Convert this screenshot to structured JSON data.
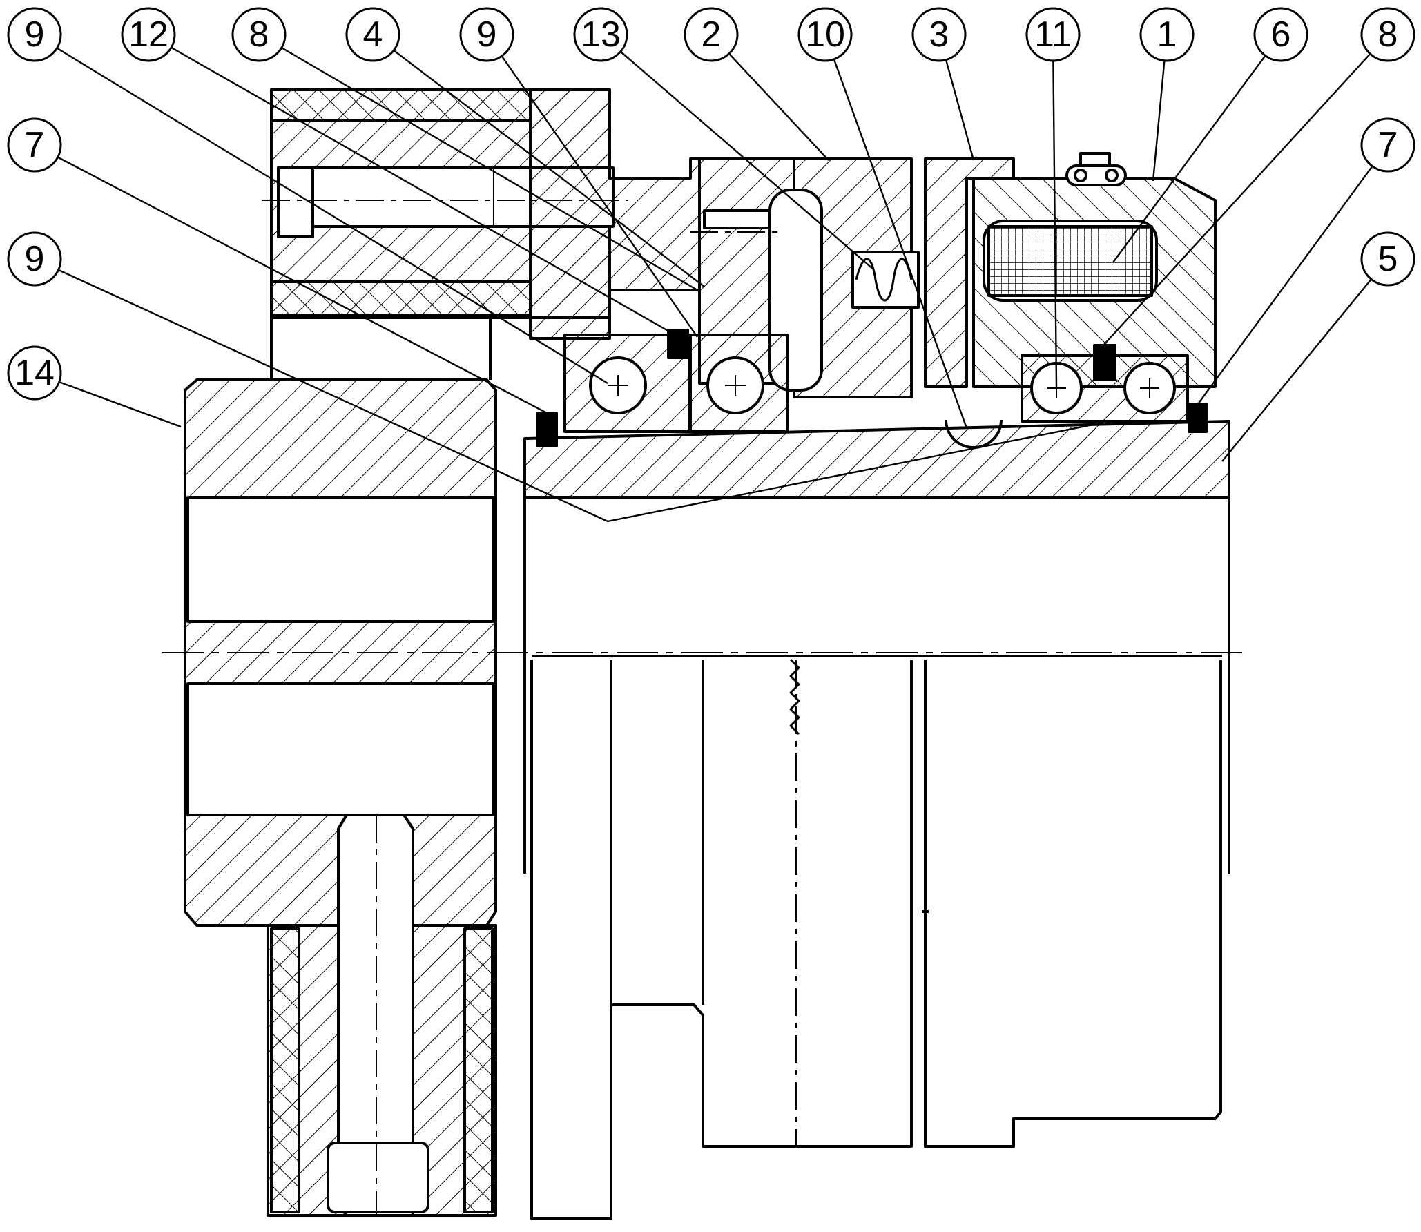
{
  "callouts": [
    {
      "label": "9"
    },
    {
      "label": "12"
    },
    {
      "label": "8"
    },
    {
      "label": "4"
    },
    {
      "label": "9"
    },
    {
      "label": "13"
    },
    {
      "label": "2"
    },
    {
      "label": "10"
    },
    {
      "label": "3"
    },
    {
      "label": "11"
    },
    {
      "label": "1"
    },
    {
      "label": "6"
    },
    {
      "label": "8"
    },
    {
      "label": "7"
    },
    {
      "label": "7"
    },
    {
      "label": "9"
    },
    {
      "label": "5"
    },
    {
      "label": "14"
    }
  ]
}
